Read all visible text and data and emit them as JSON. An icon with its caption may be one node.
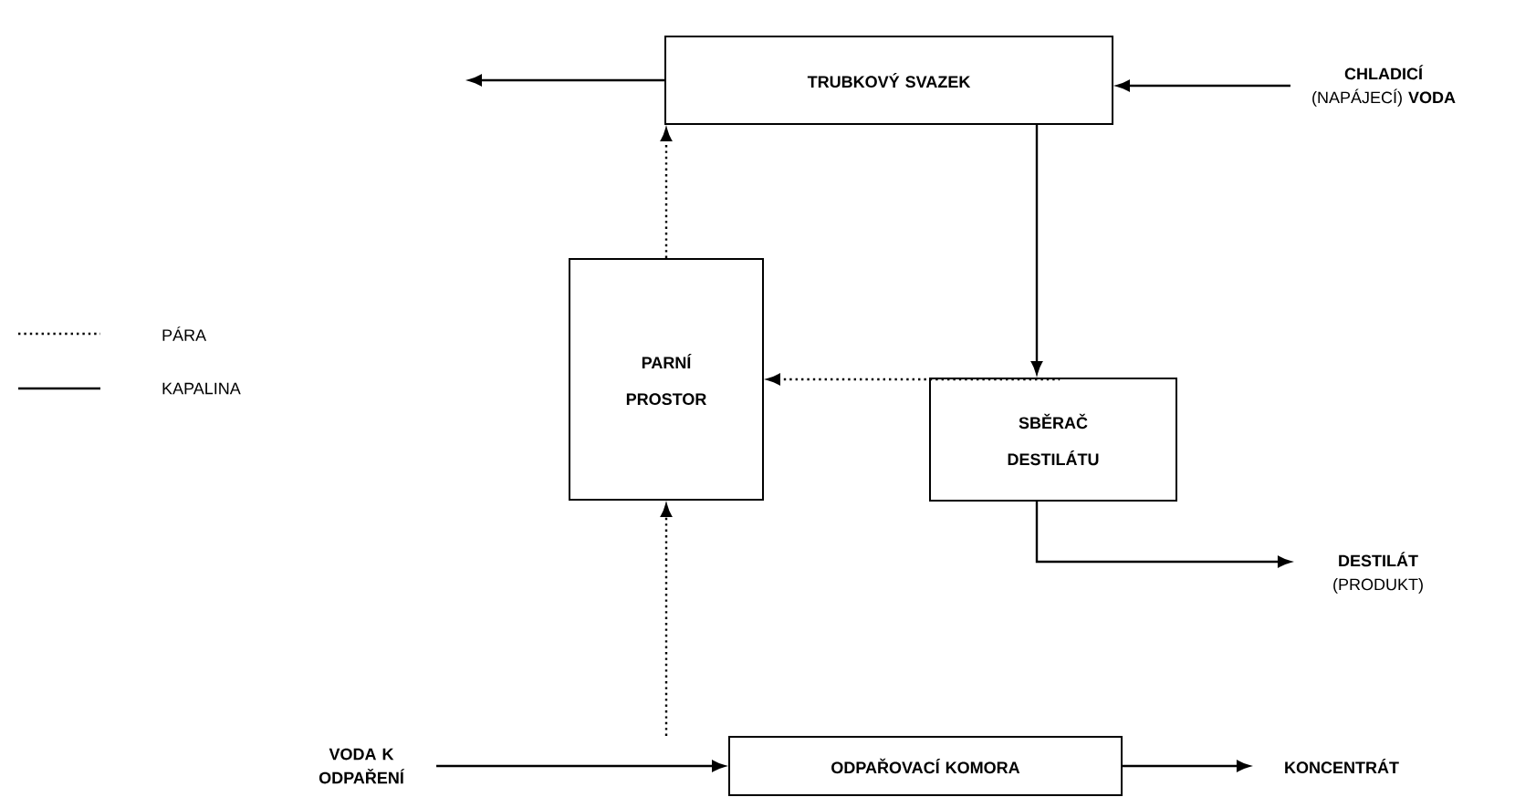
{
  "diagram": {
    "nodes": [
      {
        "text": [
          "TRUBKOVÝ SVAZEK"
        ]
      },
      {
        "text": [
          "**CHLADICÍ** (NAPÁJECÍ) **VODA**"
        ]
      },
      {
        "text": [
          "PARNÍ PROSTOR"
        ]
      },
      {
        "text": [
          "SBĚRAČ DESTILÁTU"
        ]
      },
      {
        "text": [
          "**DESTILÁT** (PRODUKT)"
        ]
      },
      {
        "text": [
          "ODPAŘOVACÍ KOMORA"
        ]
      },
      {
        "text": [
          "VODA K ODPAŘENÍ"
        ]
      },
      {
        "text": [
          "KONCENTRÁT"
        ]
      }
    ],
    "edges": [
      {
        "from": 0,
        "to": null,
        "arrow": "to"
      },
      {
        "from": 1,
        "to": 0,
        "arrow": "to"
      },
      {
        "from": 0,
        "to": 3,
        "arrow": "to"
      },
      {
        "from": 2,
        "to": 0,
        "arrow": "to",
        "style": "dashed"
      },
      {
        "from": 3,
        "to": 2,
        "arrow": "to",
        "style": "dashed"
      },
      {
        "from": 3,
        "to": 4,
        "arrow": "to"
      },
      {
        "from": 5,
        "to": 2,
        "arrow": "to",
        "style": "dashed"
      },
      {
        "from": 6,
        "to": 5,
        "arrow": "to"
      },
      {
        "from": 5,
        "to": 7,
        "arrow": "to"
      }
    ],
    "legend": [
      {
        "text": "PÁRA"
      },
      {
        "text": "KAPALINA"
      }
    ]
  }
}
